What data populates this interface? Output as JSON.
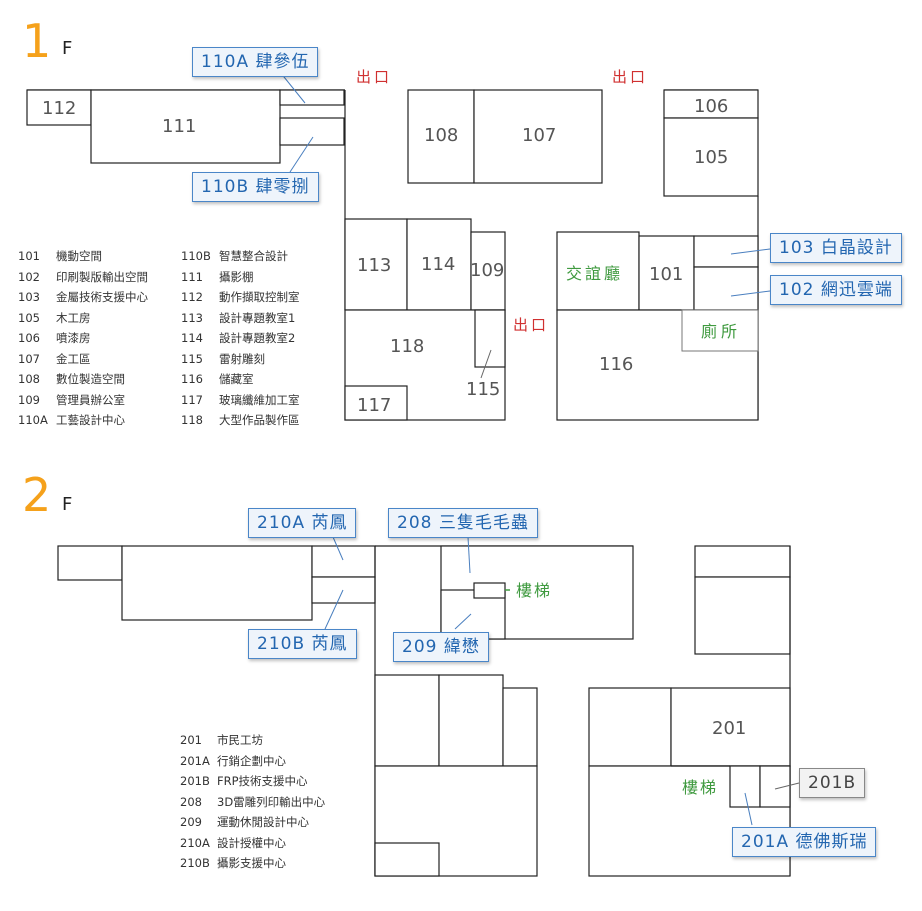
{
  "floor1": {
    "floor_number": "1",
    "floor_suffix": "F",
    "rooms": {
      "r112": "112",
      "r111": "111",
      "r108": "108",
      "r107": "107",
      "r106": "106",
      "r105": "105",
      "r113": "113",
      "r114": "114",
      "r109": "109",
      "r101": "101",
      "r118": "118",
      "r115": "115",
      "r116": "116",
      "r117": "117",
      "lounge": "交誼廳",
      "restroom": "廁所"
    },
    "exits": [
      "出口",
      "出口",
      "出口"
    ],
    "callouts": {
      "c110a": "110A 肆參伍",
      "c110b": "110B 肆零捌",
      "c103": "103 白晶設計",
      "c102": "102 網迅雲端"
    },
    "legend_left": [
      {
        "num": "101",
        "name": "機動空間"
      },
      {
        "num": "102",
        "name": "印刷製版輸出空間"
      },
      {
        "num": "103",
        "name": "金屬技術支援中心"
      },
      {
        "num": "105",
        "name": "木工房"
      },
      {
        "num": "106",
        "name": "噴漆房"
      },
      {
        "num": "107",
        "name": "金工區"
      },
      {
        "num": "108",
        "name": "數位製造空間"
      },
      {
        "num": "109",
        "name": "管理員辦公室"
      },
      {
        "num": "110A",
        "name": "工藝設計中心"
      }
    ],
    "legend_right": [
      {
        "num": "110B",
        "name": "智慧整合設計"
      },
      {
        "num": "111",
        "name": "攝影棚"
      },
      {
        "num": "112",
        "name": "動作擷取控制室"
      },
      {
        "num": "113",
        "name": "設計專題教室1"
      },
      {
        "num": "114",
        "name": "設計專題教室2"
      },
      {
        "num": "115",
        "name": "雷射雕刻"
      },
      {
        "num": "116",
        "name": "儲藏室"
      },
      {
        "num": "117",
        "name": "玻璃纖維加工室"
      },
      {
        "num": "118",
        "name": "大型作品製作區"
      }
    ]
  },
  "floor2": {
    "floor_number": "2",
    "floor_suffix": "F",
    "rooms": {
      "r201": "201",
      "stairs_a": "樓梯",
      "stairs_b": "樓梯"
    },
    "callouts": {
      "c210a": "210A 芮鳳",
      "c210b": "210B 芮鳳",
      "c208": "208 三隻毛毛蟲",
      "c209": "209 緯懋",
      "c201b": "201B",
      "c201a": "201A 德佛斯瑞"
    },
    "legend": [
      {
        "num": "201",
        "name": "市民工坊"
      },
      {
        "num": "201A",
        "name": "行銷企劃中心"
      },
      {
        "num": "201B",
        "name": "FRP技術支援中心"
      },
      {
        "num": "208",
        "name": "3D雷雕列印輸出中心"
      },
      {
        "num": "209",
        "name": "運動休閒設計中心"
      },
      {
        "num": "210A",
        "name": "設計授權中心"
      },
      {
        "num": "210B",
        "name": "攝影支援中心"
      }
    ]
  },
  "colors": {
    "floor_number": "#f5a11b",
    "callout_border": "#4a86c8",
    "callout_text": "#2366b0",
    "exit_text": "#d03030",
    "green_label": "#3f9a3f"
  }
}
